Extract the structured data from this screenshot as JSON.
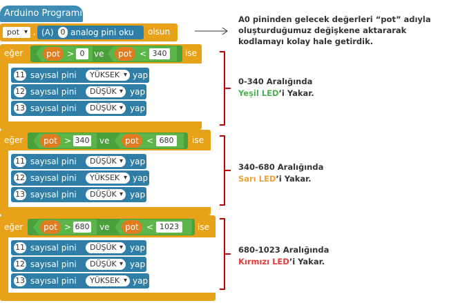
{
  "program": {
    "title": "Arduino Programı",
    "assign": {
      "variable": "pot",
      "comma": ",",
      "prefix": "(A)",
      "pin": "0",
      "text": "analog pini oku",
      "suffix": "olsun"
    }
  },
  "blocks": [
    {
      "if_label": "eğer",
      "var1": "pot",
      "op1": ">",
      "val1": "0",
      "and_label": "ve",
      "var2": "pot",
      "op2": "<",
      "val2": "340",
      "then_label": "ise",
      "writes": [
        {
          "pin": "11",
          "text": "sayısal pini",
          "value": "YÜKSEK",
          "action": "yap"
        },
        {
          "pin": "12",
          "text": "sayısal pini",
          "value": "DÜŞÜK",
          "action": "yap"
        },
        {
          "pin": "13",
          "text": "sayısal pini",
          "value": "DÜŞÜK",
          "action": "yap"
        }
      ]
    },
    {
      "if_label": "eğer",
      "var1": "pot",
      "op1": ">",
      "val1": "340",
      "and_label": "ve",
      "var2": "pot",
      "op2": "<",
      "val2": "680",
      "then_label": "ise",
      "writes": [
        {
          "pin": "11",
          "text": "sayısal pini",
          "value": "DÜŞÜK",
          "action": "yap"
        },
        {
          "pin": "12",
          "text": "sayısal pini",
          "value": "YÜKSEK",
          "action": "yap"
        },
        {
          "pin": "13",
          "text": "sayısal pini",
          "value": "DÜŞÜK",
          "action": "yap"
        }
      ]
    },
    {
      "if_label": "eğer",
      "var1": "pot",
      "op1": ">",
      "val1": "680",
      "and_label": "ve",
      "var2": "pot",
      "op2": "<",
      "val2": "1023",
      "then_label": "ise",
      "writes": [
        {
          "pin": "11",
          "text": "sayısal pini",
          "value": "DÜŞÜK",
          "action": "yap"
        },
        {
          "pin": "12",
          "text": "sayısal pini",
          "value": "DÜŞÜK",
          "action": "yap"
        },
        {
          "pin": "13",
          "text": "sayısal pini",
          "value": "YÜKSEK",
          "action": "yap"
        }
      ]
    }
  ],
  "annotations": {
    "intro": [
      "A0 pininden gelecek değerleri “pot” adıyla",
      "oluşturduğumuz değişkene aktararak",
      "kodlamayı kolay hale getirdik."
    ],
    "ranges": [
      {
        "title": "0-340 Aralığında",
        "color_word": "Yeşil LED",
        "rest": "’i Yakar.",
        "color": "#4caf50"
      },
      {
        "title": "340-680 Aralığında",
        "color_word": "Sarı LED",
        "rest": "’i Yakar.",
        "color": "#f0a030"
      },
      {
        "title": "680-1023 Aralığında",
        "color_word": "Kırmızı LED",
        "rest": "’i Yakar.",
        "color": "#e53935"
      }
    ]
  },
  "colors": {
    "hat": "#3d8cb4",
    "assign": "#e8a21a",
    "logic": "#e8a21a",
    "condition": "#4aa03a",
    "variable": "#e07c20",
    "digital_write": "#2f7ea8",
    "bracket": "#c00000"
  }
}
